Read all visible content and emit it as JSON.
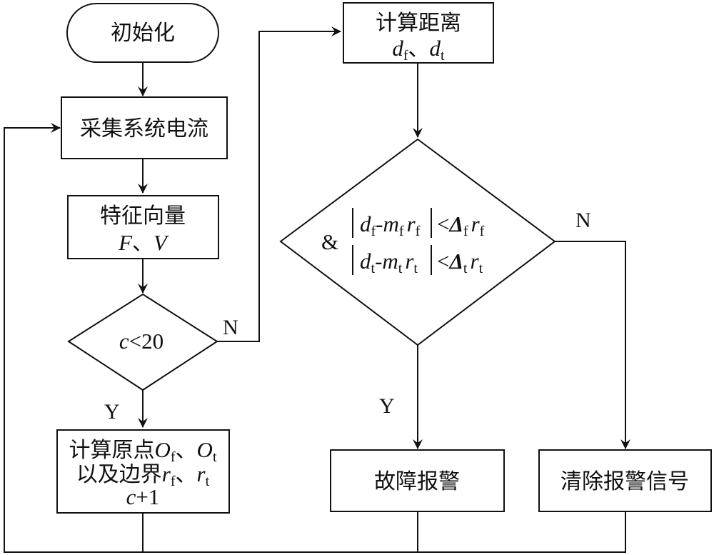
{
  "nodes": {
    "init": {
      "text": "初始化"
    },
    "collect": {
      "text": "采集系统电流"
    },
    "feature": {
      "line1": "特征向量",
      "line2_a": "F",
      "line2_sep": "、",
      "line2_b": "V"
    },
    "decision_c": {
      "var": "c",
      "rest": "<20"
    },
    "compute_origin": {
      "line1_prefix": "计算原点",
      "O": "O",
      "sub_f": "f",
      "sep": "、",
      "sub_t": "t",
      "line2_prefix": "以及边界",
      "r": "r",
      "line3_var": "c",
      "line3_rest": "+1"
    },
    "compute_dist": {
      "line1": "计算距离",
      "d": "d",
      "sub_f": "f",
      "sep": "、",
      "sub_t": "t"
    },
    "decision_main": {
      "amp": "&",
      "d": "d",
      "m": "m",
      "r": "r",
      "delta": "Δ",
      "sub_f": "f",
      "sub_t": "t",
      "minus": "-",
      "lt": "<",
      "bar": "|"
    },
    "fault_alarm": {
      "text": "故障报警"
    },
    "clear_alarm": {
      "text": "清除报警信号"
    }
  },
  "edge_labels": {
    "c_no": "N",
    "c_yes": "Y",
    "main_yes": "Y",
    "main_no": "N"
  }
}
